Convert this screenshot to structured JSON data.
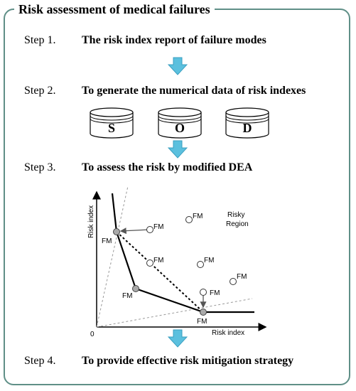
{
  "title": "Risk assessment of medical failures",
  "steps": [
    {
      "label": "Step 1.",
      "text": "The risk index report of failure modes"
    },
    {
      "label": "Step 2.",
      "text": "To generate the numerical data of risk indexes"
    },
    {
      "label": "Step 3.",
      "text": "To assess the risk by modified DEA"
    },
    {
      "label": "Step 4.",
      "text": "To provide effective risk mitigation strategy"
    }
  ],
  "databases": [
    "S",
    "O",
    "D"
  ],
  "plot": {
    "x_axis_label": "Risk index",
    "y_axis_label": "Risk index",
    "origin_label": "0",
    "region_label_1": "Risky",
    "region_label_2": "Region",
    "point_label": "FM"
  },
  "colors": {
    "frame": "#5f8f87",
    "arrow_fill": "#5bc0de",
    "arrow_stroke": "#3a9fc0",
    "efficient_point": "#aaaaaa"
  }
}
